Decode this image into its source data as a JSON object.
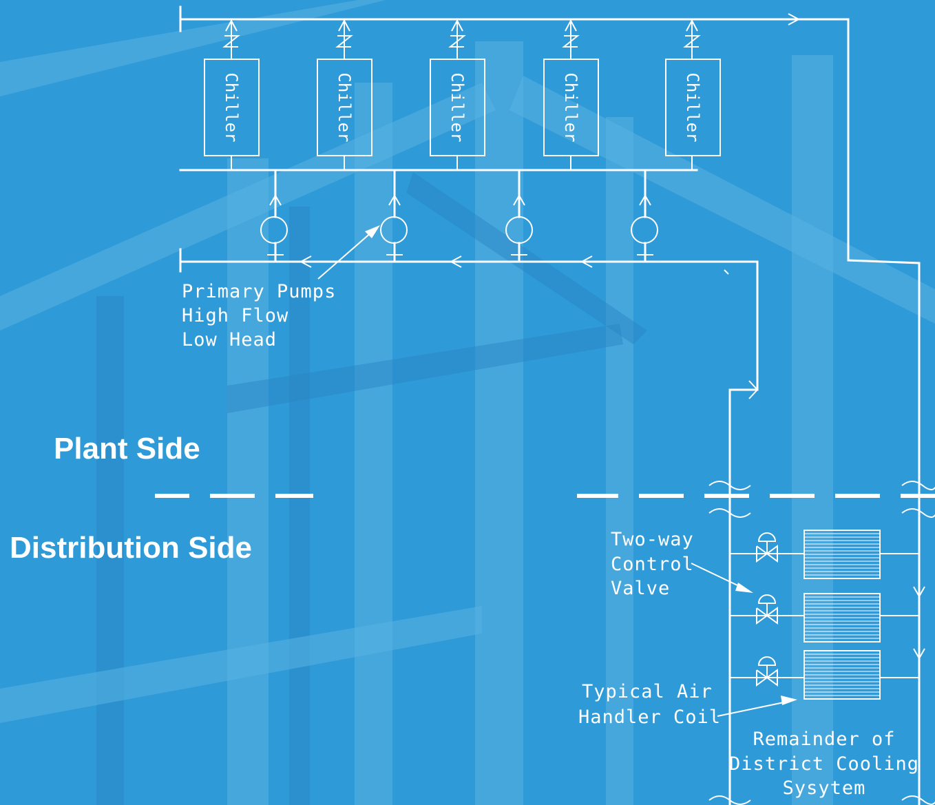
{
  "chillers": [
    "Chiller",
    "Chiller",
    "Chiller",
    "Chiller",
    "Chiller"
  ],
  "pumps_label": [
    "Primary Pumps",
    "High Flow",
    "Low Head"
  ],
  "plant_side": "Plant Side",
  "distribution_side": "Distribution Side",
  "valve_label": [
    "Two-way",
    "Control",
    "Valve"
  ],
  "coil_label": [
    "Typical Air",
    "Handler Coil"
  ],
  "remainder_label": [
    "Remainder of",
    "District Cooling",
    "Sysytem"
  ]
}
